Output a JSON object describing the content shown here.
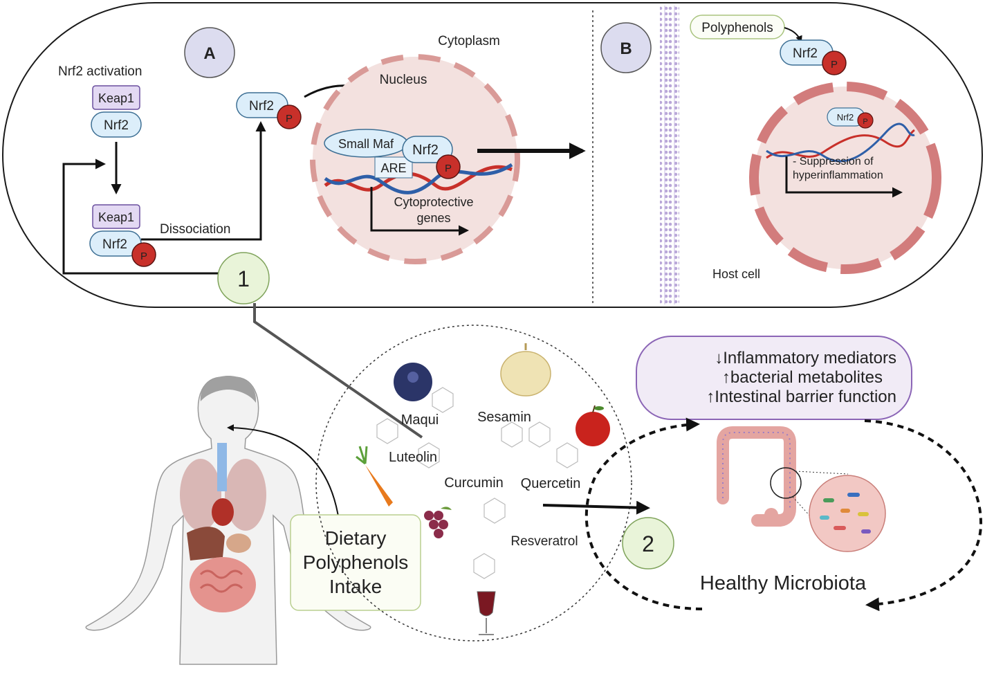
{
  "panel_a": {
    "badge": "A",
    "heading": "Nrf2 activation",
    "keap1": "Keap1",
    "nrf2": "Nrf2",
    "p": "P",
    "dissociation": "Dissociation",
    "cytoplasm": "Cytoplasm",
    "nucleus": "Nucleus",
    "small_maf": "Small Maf",
    "are": "ARE",
    "genes_line1": "Cytoprotective",
    "genes_line2": "genes"
  },
  "panel_b": {
    "badge": "B",
    "polyphenols": "Polyphenols",
    "nrf2": "Nrf2",
    "nrf2_small": "Nrf2",
    "p": "P",
    "suppression_line1": "- Suppression of",
    "suppression_line2": "hyperinflammation",
    "host_cell": "Host cell"
  },
  "step1": "1",
  "step2": "2",
  "intake": {
    "line1": "Dietary",
    "line2": "Polyphenols",
    "line3": "Intake"
  },
  "compounds": {
    "maqui": "Maqui",
    "sesamin": "Sesamin",
    "luteolin": "Luteolin",
    "curcumin": "Curcumin",
    "quercetin": "Quercetin",
    "resveratrol": "Resveratrol"
  },
  "effects": {
    "line1": "↓Inflammatory mediators",
    "line2": "↑bacterial metabolites",
    "line3": "↑Intestinal barrier function"
  },
  "microbiota": "Healthy Microbiota",
  "colors": {
    "nrf2_fill": "#dceefa",
    "keap1_fill": "#e3d9f3",
    "phospho": "#c8302a",
    "nucleus_fill": "#f3e1df",
    "nucleus_border": "#d99a97",
    "badge_fill": "#dcdcef",
    "step_fill": "#e9f4d9",
    "effects_fill": "#f1ebf6",
    "effects_border": "#8b65b6"
  }
}
